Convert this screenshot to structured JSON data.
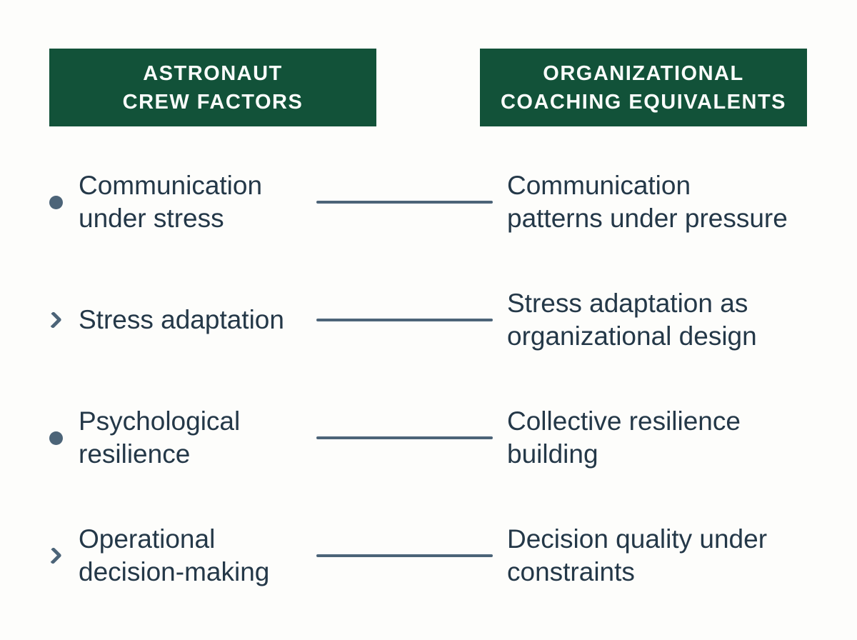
{
  "colors": {
    "header_bg": "#125239",
    "header_text": "#fafdfb",
    "body_text": "#243848",
    "marker": "#4c6478",
    "page_bg": "#fdfdfb"
  },
  "headers": [
    {
      "label": "ASTRONAUT\nCREW FACTORS"
    },
    {
      "label": "ORGANIZATIONAL\nCOACHING EQUIVALENTS"
    }
  ],
  "rows": [
    {
      "marker": "dot",
      "left": "Communication\nunder stress",
      "right": "Communication\npatterns under pressure"
    },
    {
      "marker": "chevron",
      "left": "Stress adaptation",
      "right": "Stress adaptation as\norganizational design"
    },
    {
      "marker": "dot",
      "left": "Psychological\nresilience",
      "right": "Collective resilience\nbuilding"
    },
    {
      "marker": "chevron",
      "left": "Operational\ndecision-making",
      "right": "Decision quality under\nconstraints"
    }
  ]
}
